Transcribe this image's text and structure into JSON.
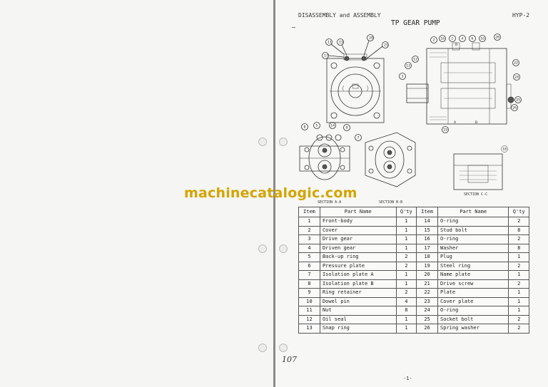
{
  "header": {
    "section": "DISASSEMBLY and ASSEMBLY",
    "code": "HYP-2",
    "title": "TP GEAR PUMP"
  },
  "watermark": "machinecatalogic.com",
  "captions": {
    "section_a": "SECTION A-A",
    "section_b": "SECTION B-B",
    "section_c": "SECTION C-C"
  },
  "callouts": [
    "①",
    "②",
    "③",
    "④",
    "⑤",
    "⑥",
    "⑦",
    "⑧",
    "⑨",
    "⑩",
    "⑪",
    "⑫",
    "⑬",
    "⑭",
    "⑮",
    "⑯",
    "⑰",
    "⑱",
    "⑲",
    "⑳",
    "㉑",
    "㉒",
    "㉓",
    "㉔",
    "㉕",
    "㉖"
  ],
  "parts_table": {
    "headers": [
      "Item",
      "Part Name",
      "Q'ty",
      "Item",
      "Part Name",
      "Q'ty"
    ],
    "rows": [
      [
        "1",
        "Front-body",
        "1",
        "14",
        "O-ring",
        "2"
      ],
      [
        "2",
        "Cover",
        "1",
        "15",
        "Stud bolt",
        "8"
      ],
      [
        "3",
        "Drive gear",
        "1",
        "16",
        "O-ring",
        "2"
      ],
      [
        "4",
        "Driven gear",
        "1",
        "17",
        "Washer",
        "8"
      ],
      [
        "5",
        "Back-up ring",
        "2",
        "18",
        "Plug",
        "1"
      ],
      [
        "6",
        "Pressure plate",
        "2",
        "19",
        "Steel ring",
        "2"
      ],
      [
        "7",
        "Isolation plate A",
        "1",
        "20",
        "Name plate",
        "1"
      ],
      [
        "8",
        "Isolation plate B",
        "1",
        "21",
        "Drive screw",
        "2"
      ],
      [
        "9",
        "Ring retainer",
        "2",
        "22",
        "Plate",
        "1"
      ],
      [
        "10",
        "Dowel pin",
        "4",
        "23",
        "Cover plate",
        "1"
      ],
      [
        "11",
        "Nut",
        "8",
        "24",
        "O-ring",
        "1"
      ],
      [
        "12",
        "Oil seal",
        "1",
        "25",
        "Socket bolt",
        "2"
      ],
      [
        "13",
        "Snap ring",
        "1",
        "26",
        "Spring washer",
        "2"
      ]
    ]
  },
  "footer": {
    "page": "-1-",
    "handwritten": "107"
  }
}
